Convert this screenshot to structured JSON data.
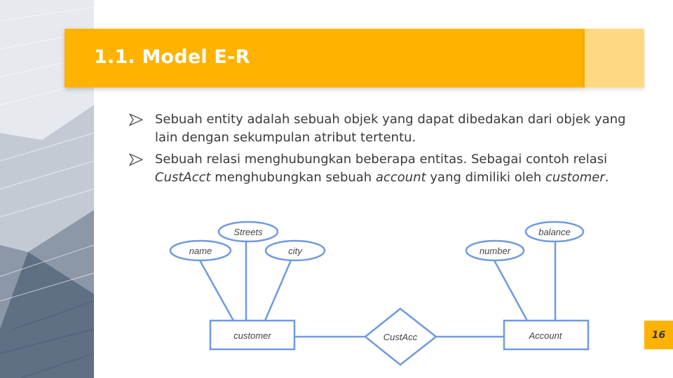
{
  "slide": {
    "title": "1.1. Model E-R",
    "page_number": "16"
  },
  "bullets": [
    {
      "text": "Sebuah entity adalah sebuah objek yang dapat dibedakan dari objek yang lain dengan sekumpulan atribut tertentu."
    },
    {
      "part1": "Sebuah relasi menghubungkan beberapa entitas. Sebagai contoh relasi ",
      "italic1": "CustAcct",
      "part2": "  menghubungkan sebuah ",
      "italic2": "account",
      "part3": " yang dimiliki oleh ",
      "italic3": "customer",
      "part4": "."
    }
  ],
  "diagram": {
    "entities": [
      "customer",
      "Account"
    ],
    "relationship": "CustAcc",
    "attributes": [
      "name",
      "Streets",
      "city",
      "number",
      "balance"
    ]
  },
  "colors": {
    "accent": "#ffb300",
    "accent_light": "#ffd982",
    "diagram_stroke": "#6f9ae0"
  }
}
